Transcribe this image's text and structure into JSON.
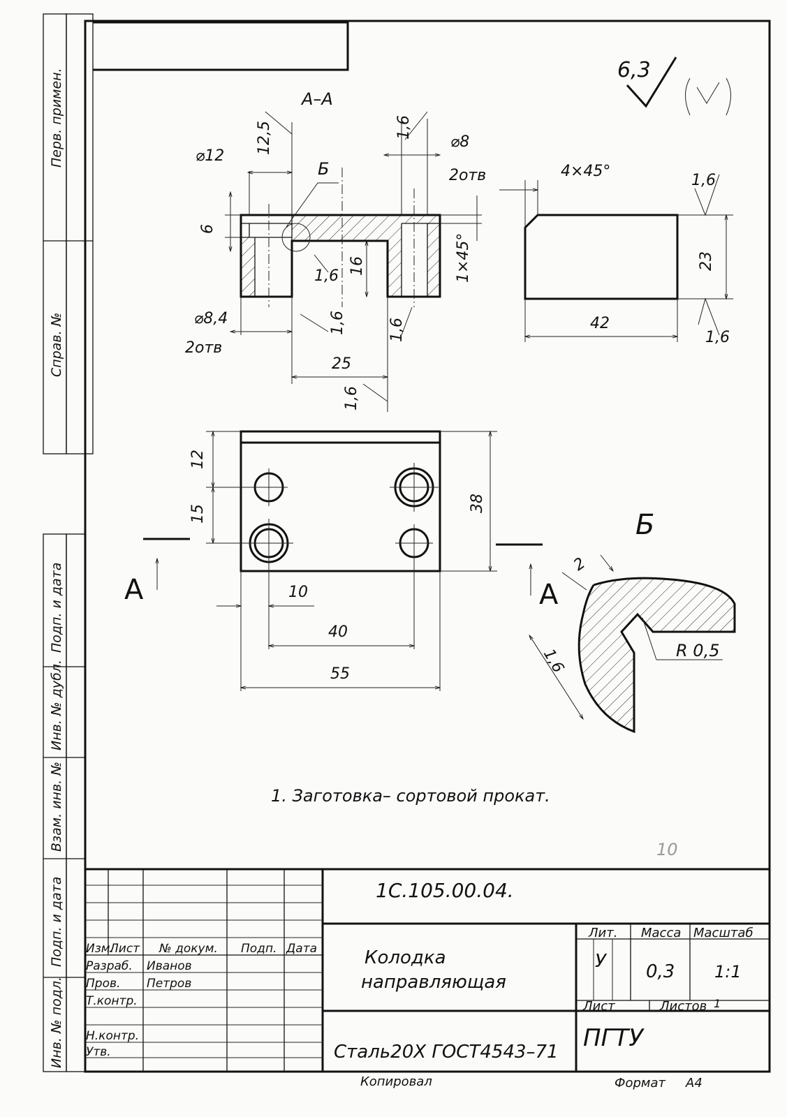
{
  "side_stamps": {
    "perv_primen": "Перв. примен.",
    "sprav_no": "Справ. №",
    "podp_data_1": "Подп. и дата",
    "inv_dubl": "Инв. № дубл.",
    "vzam_inv": "Взам. инв. №",
    "podp_data_2": "Подп. и дата",
    "inv_podl": "Инв. № подл."
  },
  "roughness": {
    "general": "6,3"
  },
  "section_a": {
    "title": "А–А",
    "dims": {
      "d12": "⌀12",
      "d125": "12,5",
      "r16a": "1,6",
      "d8": "⌀8",
      "holes_a": "2отв",
      "b_callout": "Б",
      "d6": "6",
      "r16b": "1,6",
      "d16": "16",
      "chamfer": "1×45°",
      "d84": "⌀8,4",
      "holes_b": "2отв",
      "r16c": "1,6",
      "r16d": "1,6",
      "d25": "25",
      "r16e": "1,6"
    }
  },
  "side_view": {
    "chamfer": "4×45°",
    "r16top": "1,6",
    "d23": "23",
    "d42": "42",
    "r16bot": "1,6"
  },
  "plan_view": {
    "d12": "12",
    "d15": "15",
    "d38": "38",
    "d10": "10",
    "d40": "40",
    "d55": "55",
    "cut_left": "А",
    "cut_right": "А"
  },
  "detail_b": {
    "label": "Б",
    "d2": "2",
    "r16": "1,6",
    "radius": "R 0,5"
  },
  "notes": {
    "note1": "1. Заготовка– сортовой прокат."
  },
  "grade_mark": "10",
  "title_block": {
    "designation": "1С.105.00.04.",
    "name_line1": "Колодка",
    "name_line2": "направляющая",
    "material": "Сталь20Х ГОСТ4543–71",
    "org": "ПГТУ",
    "col_izm": "Изм.",
    "col_list": "Лист",
    "col_doc": "№ докум.",
    "col_podp": "Подп.",
    "col_data": "Дата",
    "row_razrab": "Разраб.",
    "row_prov": "Пров.",
    "row_tkontr": "Т.контр.",
    "row_nkontr": "Н.контр.",
    "row_utv": "Утв.",
    "razrab_name": "Иванов",
    "prov_name": "Петров",
    "lit_label": "Лит.",
    "massa_label": "Масса",
    "masshtab_label": "Масштаб",
    "lit_value": "У",
    "massa_value": "0,3",
    "masshtab_value": "1:1",
    "list_label": "Лист",
    "listov_label": "Листов",
    "listov_value": "1"
  },
  "footer": {
    "kopiroval": "Копировал",
    "format_label": "Формат",
    "format_value": "А4"
  }
}
